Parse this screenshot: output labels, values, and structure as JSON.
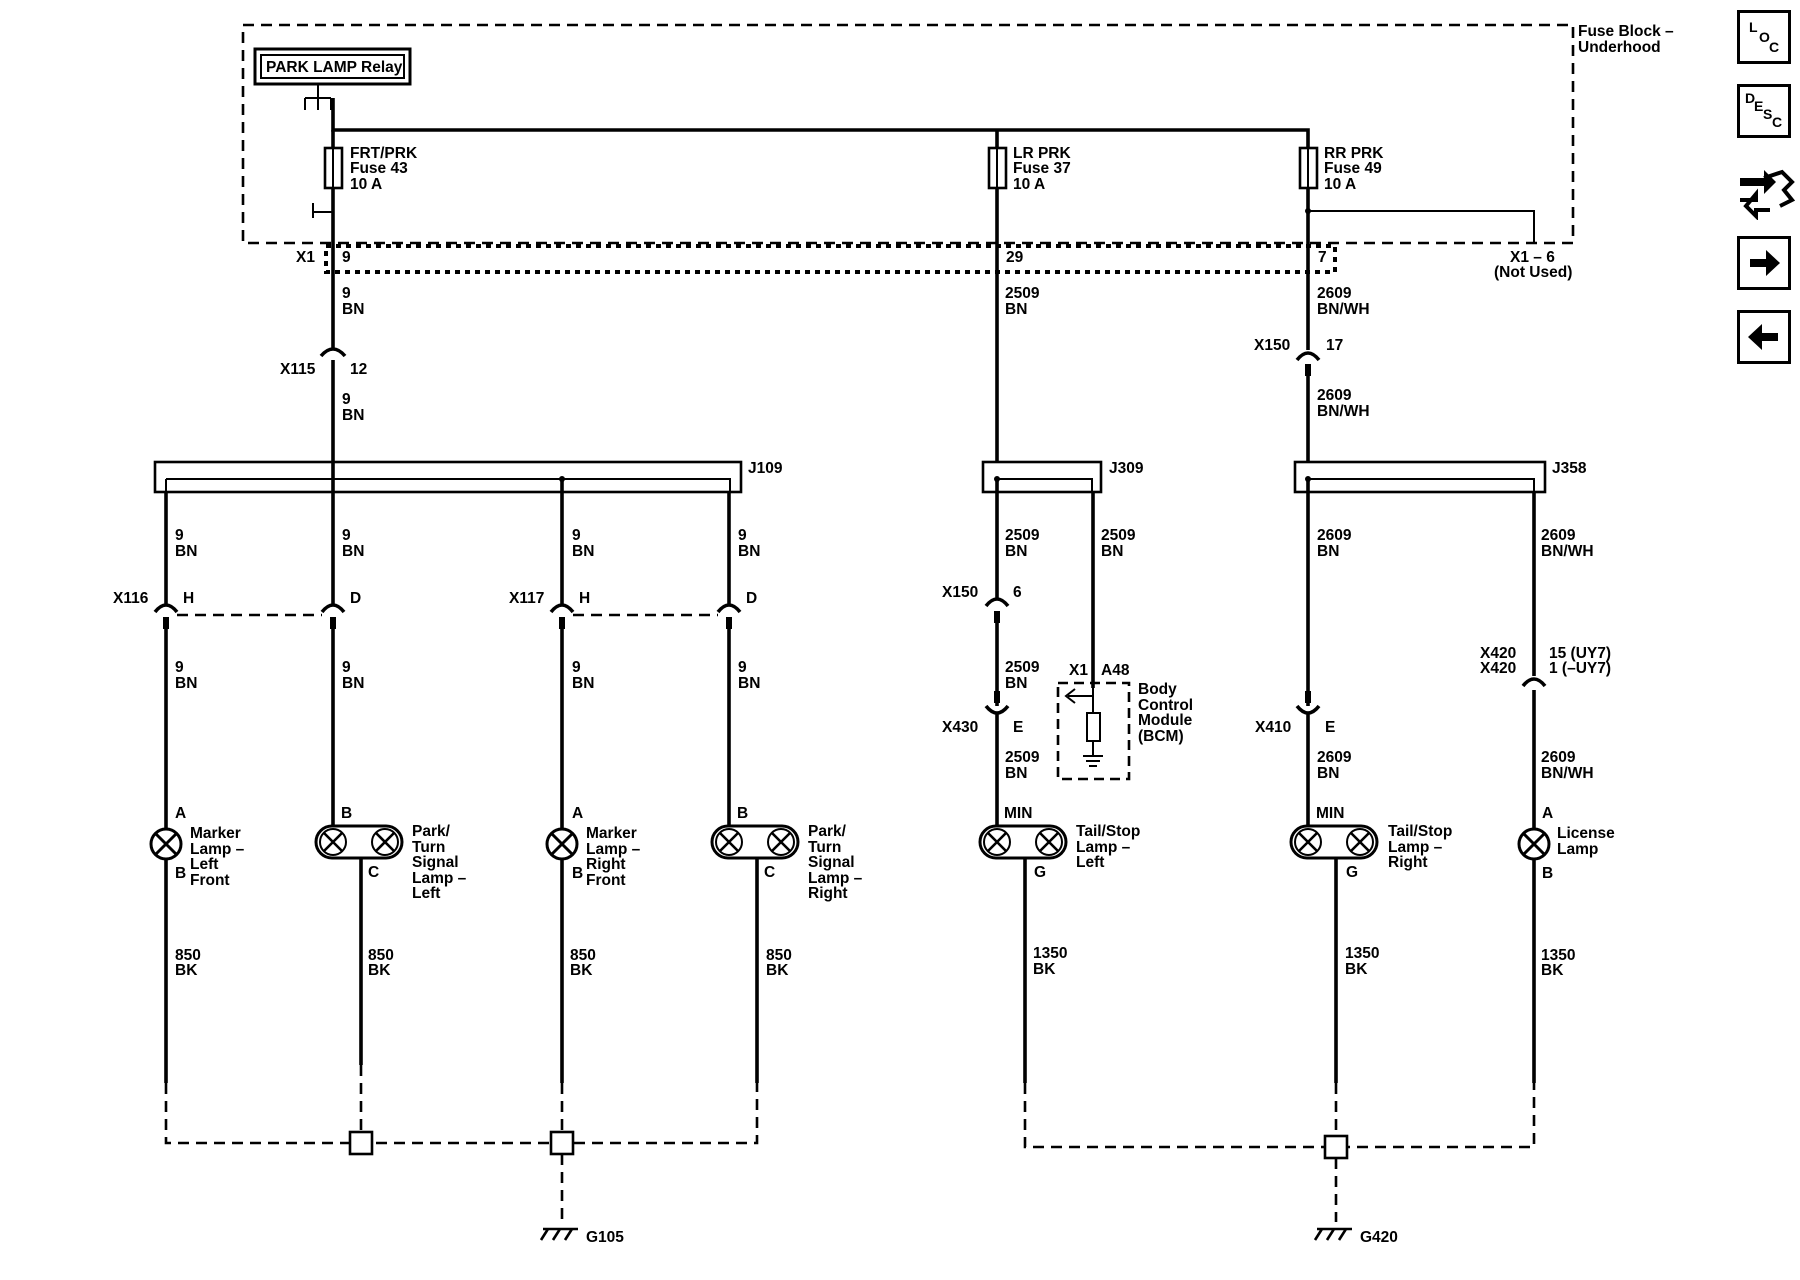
{
  "fuse_block": {
    "line1": "Fuse Block –",
    "line2": "Underhood"
  },
  "relay": {
    "label": "PARK LAMP Relay"
  },
  "fuses": [
    {
      "name": "FRT/PRK",
      "fuse": "Fuse 43",
      "amps": "10 A"
    },
    {
      "name": "LR PRK",
      "fuse": "Fuse 37",
      "amps": "10 A"
    },
    {
      "name": "RR PRK",
      "fuse": "Fuse 49",
      "amps": "10 A"
    }
  ],
  "x1_connector": {
    "name": "X1",
    "pins": [
      "9",
      "29",
      "7"
    ],
    "unused": "X1 – 6",
    "unused_note": "(Not Used)"
  },
  "connectors": {
    "x115": {
      "name": "X115",
      "pin": "12"
    },
    "x150_top": {
      "name": "X150",
      "pin": "17"
    },
    "x116": {
      "name": "X116",
      "pin_h": "H",
      "pin_d": "D"
    },
    "x117": {
      "name": "X117",
      "pin_h": "H",
      "pin_d": "D"
    },
    "x150_mid": {
      "name": "X150",
      "pin": "6"
    },
    "x430": {
      "name": "X430",
      "pin": "E"
    },
    "x410": {
      "name": "X410",
      "pin": "E"
    },
    "x420": {
      "name1": "X420",
      "name2": "X420",
      "pin1": "15 (UY7)",
      "pin2": "1 (–UY7)"
    }
  },
  "splices": {
    "j109": "J109",
    "j309": "J309",
    "j358": "J358"
  },
  "wires": {
    "c9": "9",
    "bn": "BN",
    "c2509": "2509",
    "c2609": "2609",
    "bnwh": "BN/WH",
    "c850": "850",
    "c1350": "1350",
    "bk": "BK"
  },
  "bcm": {
    "conn": "X1",
    "pin": "A48",
    "line1": "Body",
    "line2": "Control",
    "line3": "Module",
    "line4": "(BCM)"
  },
  "lamps": {
    "marker_left": {
      "l1": "Marker",
      "l2": "Lamp –",
      "l3": "Left",
      "l4": "Front",
      "pin_top": "A",
      "pin_bot": "B"
    },
    "park_left": {
      "l1": "Park/",
      "l2": "Turn",
      "l3": "Signal",
      "l4": "Lamp –",
      "l5": "Left",
      "pin_top": "B",
      "pin_bot": "C"
    },
    "marker_right": {
      "l1": "Marker",
      "l2": "Lamp –",
      "l3": "Right",
      "l4": "Front",
      "pin_top": "A",
      "pin_bot": "B"
    },
    "park_right": {
      "l1": "Park/",
      "l2": "Turn",
      "l3": "Signal",
      "l4": "Lamp –",
      "l5": "Right",
      "pin_top": "B",
      "pin_bot": "C"
    },
    "tail_left": {
      "l1": "Tail/Stop",
      "l2": "Lamp –",
      "l3": "Left",
      "pin_top": "MIN",
      "pin_bot": "G"
    },
    "tail_right": {
      "l1": "Tail/Stop",
      "l2": "Lamp –",
      "l3": "Right",
      "pin_top": "MIN",
      "pin_bot": "G"
    },
    "license": {
      "l1": "License",
      "l2": "Lamp",
      "pin_top": "A",
      "pin_bot": "B"
    }
  },
  "grounds": {
    "g105": "G105",
    "g420": "G420"
  },
  "nav": {
    "loc": {
      "a": "L",
      "b": "O",
      "c": "C"
    },
    "desc": {
      "a": "D",
      "b": "E",
      "c": "S",
      "d": "C"
    },
    "icons": [
      "loc-icon",
      "desc-icon",
      "connector-icon",
      "next-arrow-icon",
      "prev-arrow-icon"
    ]
  }
}
